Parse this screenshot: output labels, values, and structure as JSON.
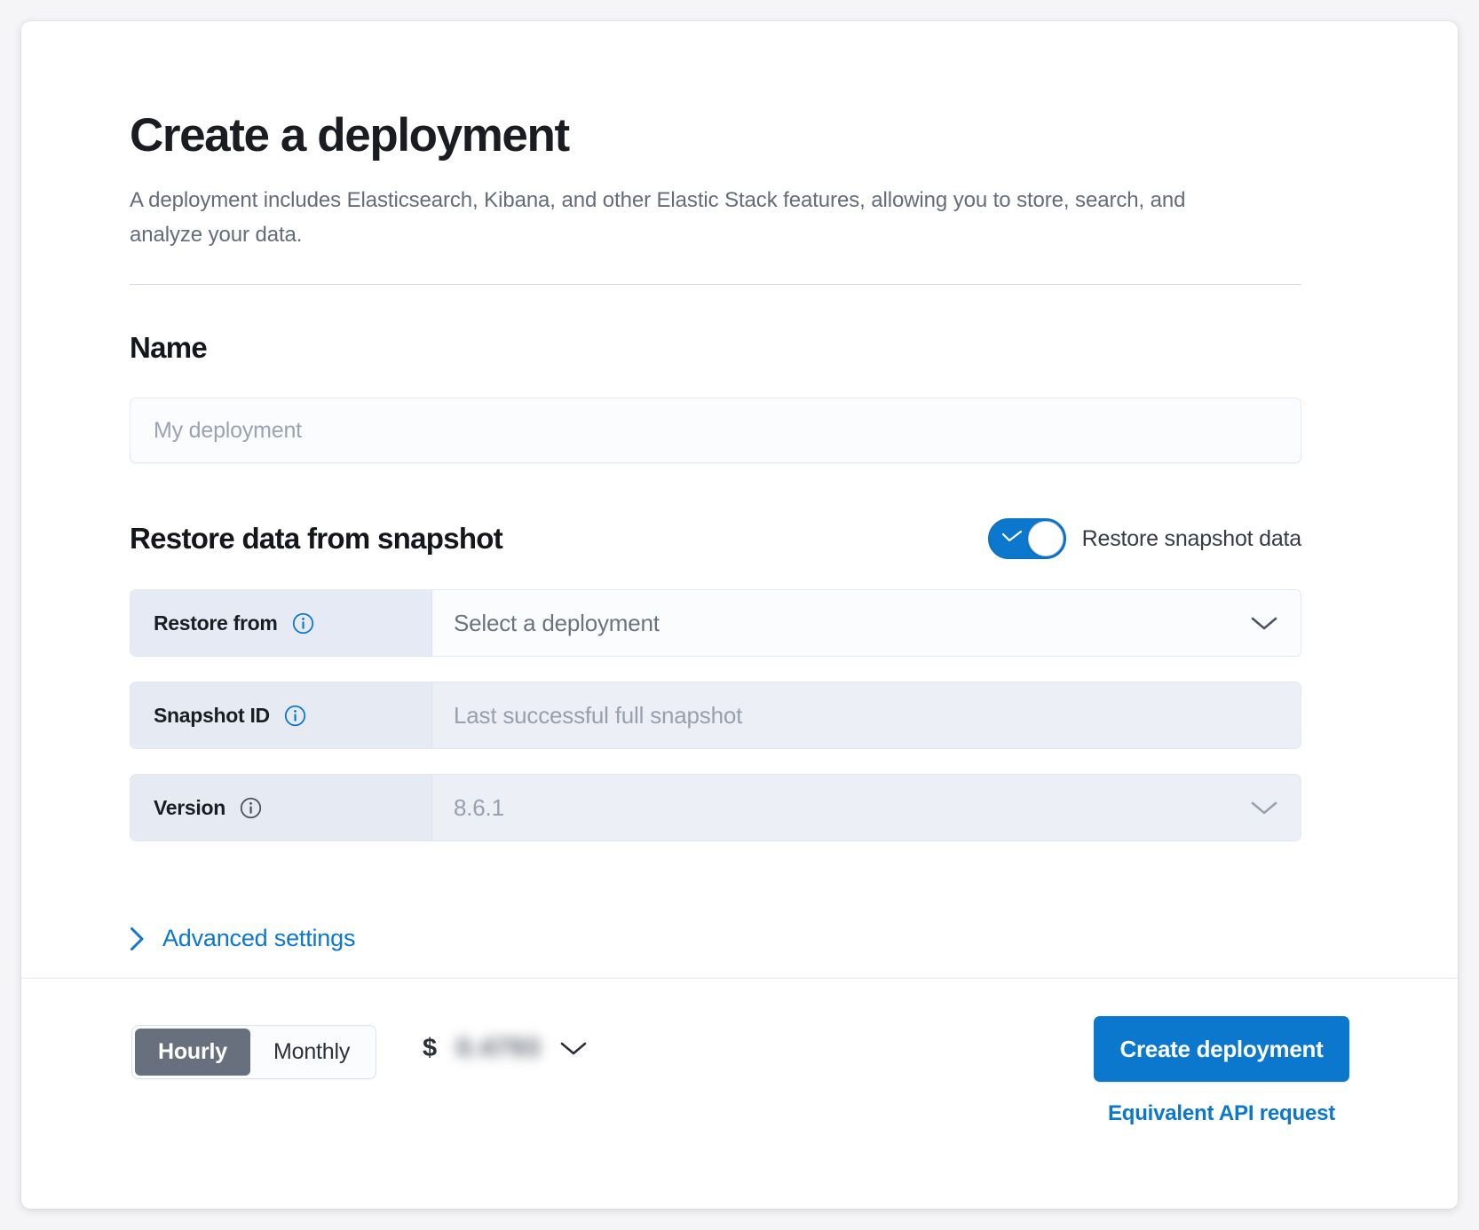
{
  "header": {
    "title": "Create a deployment",
    "subtitle": "A deployment includes Elasticsearch, Kibana, and other Elastic Stack features, allowing you to store, search, and analyze your data."
  },
  "name_section": {
    "heading": "Name",
    "input_placeholder": "My deployment",
    "input_value": ""
  },
  "snapshot_section": {
    "heading": "Restore data from snapshot",
    "toggle_label": "Restore snapshot data",
    "toggle_on": true,
    "rows": [
      {
        "label": "Restore from",
        "info_icon": "info-circle-icon",
        "info_icon_color": "#0b77cd",
        "value": "Select a deployment",
        "control": "dropdown",
        "disabled": false
      },
      {
        "label": "Snapshot ID",
        "info_icon": "info-circle-icon",
        "info_icon_color": "#0b77cd",
        "value": "Last successful full snapshot",
        "control": "text",
        "disabled": true
      },
      {
        "label": "Version",
        "info_icon": "info-circle-icon",
        "info_icon_color": "#4a4f58",
        "value": "8.6.1",
        "control": "dropdown",
        "disabled": true
      }
    ]
  },
  "advanced": {
    "label": "Advanced settings",
    "icon": "chevron-right-icon",
    "expanded": false
  },
  "bottom_bar": {
    "billing_options": [
      {
        "label": "Hourly",
        "selected": true
      },
      {
        "label": "Monthly",
        "selected": false
      }
    ],
    "price_currency": "$",
    "price_value": "0.4793",
    "price_redacted": true,
    "price_expand_icon": "chevron-down-icon",
    "create_button": "Create deployment",
    "api_link": "Equivalent API request"
  },
  "colors": {
    "accent_blue": "#0b77cd",
    "segment_active": "#69707d",
    "prepend_bg": "#e6eaf4",
    "disabled_field_bg": "#eceff5",
    "text_dark": "#1a1c21",
    "text_muted": "#646b79"
  }
}
